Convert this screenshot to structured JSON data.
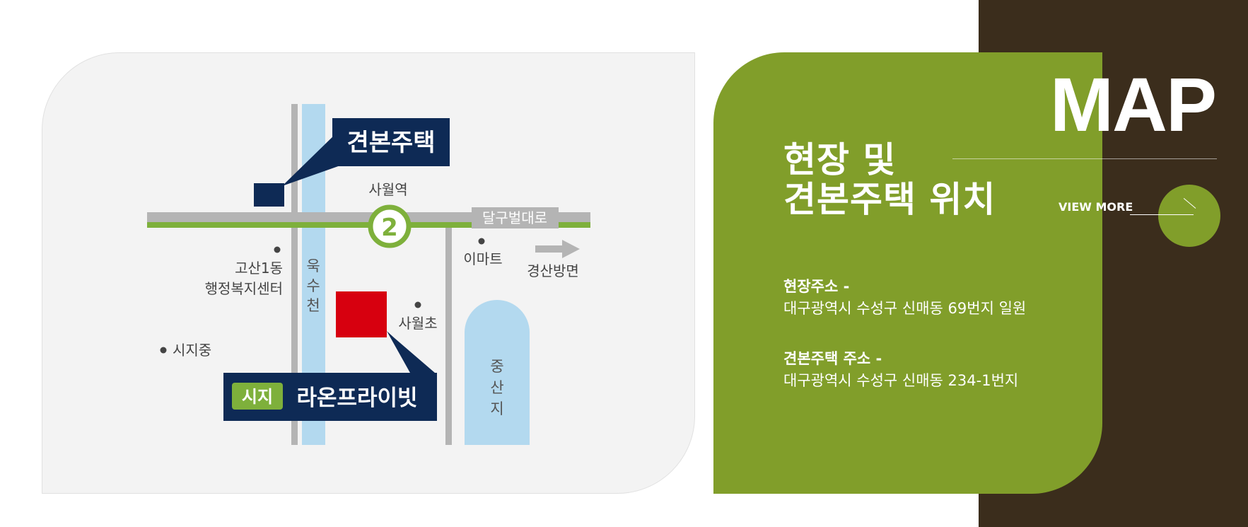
{
  "map": {
    "house_label": "견본주택",
    "station_name": "사월역",
    "line_number": "2",
    "road_name": "달구벌대로",
    "gosan_line1": "고산1동",
    "gosan_line2": "행정복지센터",
    "emart": "이마트",
    "direction": "경산방면",
    "stream_chars": [
      "욱",
      "수",
      "천"
    ],
    "sawolcho": "사월초",
    "sijijung": "시지중",
    "mountain_chars": [
      "중",
      "산",
      "지"
    ],
    "project_tag": "시지",
    "project_name": "라온프라이빗"
  },
  "info": {
    "title_line1": "현장 및",
    "title_line2": "견본주택 위치",
    "site_label": "현장주소 -",
    "site_address": "대구광역시 수성구 신매동 69번지 일원",
    "house_label": "견본주택 주소 -",
    "house_address": "대구광역시 수성구 신매동 234-1번지"
  },
  "header": {
    "title": "MAP",
    "view_more": "VIEW MORE"
  },
  "colors": {
    "brand_green": "#819e2a",
    "dark_brown": "#3b2d1c",
    "navy": "#0e2a55",
    "site_red": "#d7000f",
    "stream_blue": "#b3d9ef",
    "road_gray": "#b4b4b4",
    "subway_green": "#7eb03b"
  },
  "icons": [
    "arrow-right-icon",
    "subway-line-icon",
    "arrow-long-right-icon"
  ]
}
